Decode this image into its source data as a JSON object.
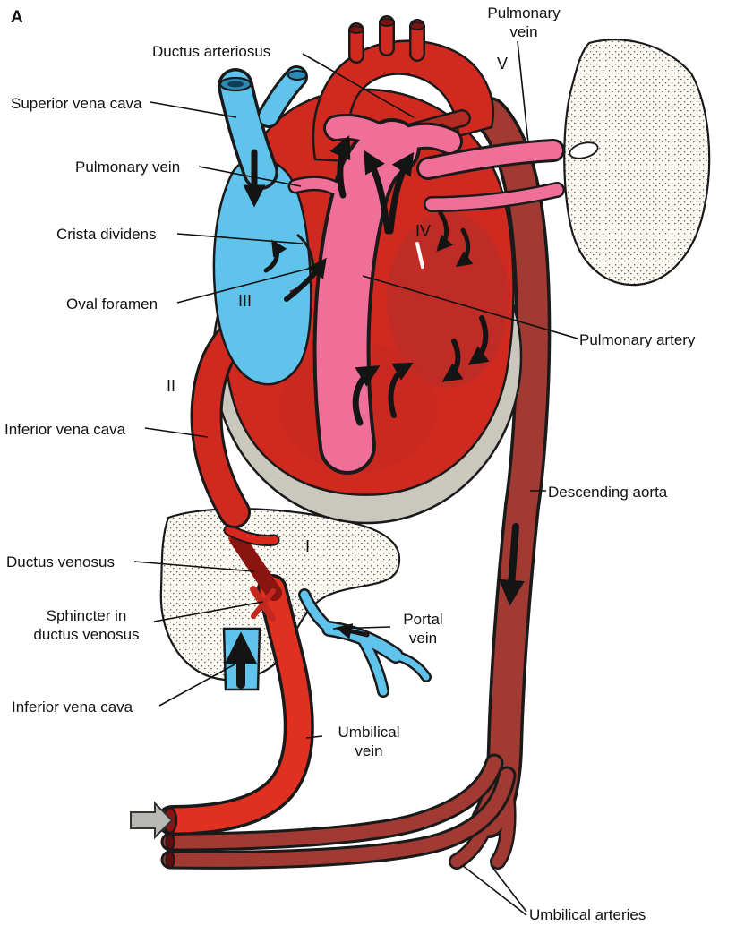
{
  "figure": {
    "panel_label": "A"
  },
  "labels": {
    "pulmonary_vein_top": "Pulmonary\nvein",
    "ductus_arteriosus": "Ductus arteriosus",
    "superior_vena_cava": "Superior vena cava",
    "pulmonary_vein_left": "Pulmonary vein",
    "crista_dividens": "Crista dividens",
    "oval_foramen": "Oval foramen",
    "pulmonary_artery": "Pulmonary artery",
    "inferior_vena_cava_upper": "Inferior vena cava",
    "descending_aorta": "Descending aorta",
    "ductus_venosus": "Ductus venosus",
    "sphincter_in_ductus_venosus": "Sphincter in\nductus venosus",
    "portal_vein": "Portal\nvein",
    "inferior_vena_cava_lower": "Inferior vena cava",
    "umbilical_vein": "Umbilical\nvein",
    "umbilical_arteries": "Umbilical arteries"
  },
  "numerals": {
    "one": "I",
    "two": "II",
    "three": "III",
    "four": "IV",
    "five": "V"
  },
  "colors": {
    "oxygenated_red": "#d02920",
    "bright_red": "#e0301f",
    "aorta_dark_red": "#a03a32",
    "pulmonary_pink": "#ef6f99",
    "venous_blue": "#5fc3ec",
    "pericardium_gray": "#cac7bd",
    "outline": "#1a1a1a",
    "arrow_black": "#141414",
    "background": "#ffffff"
  }
}
